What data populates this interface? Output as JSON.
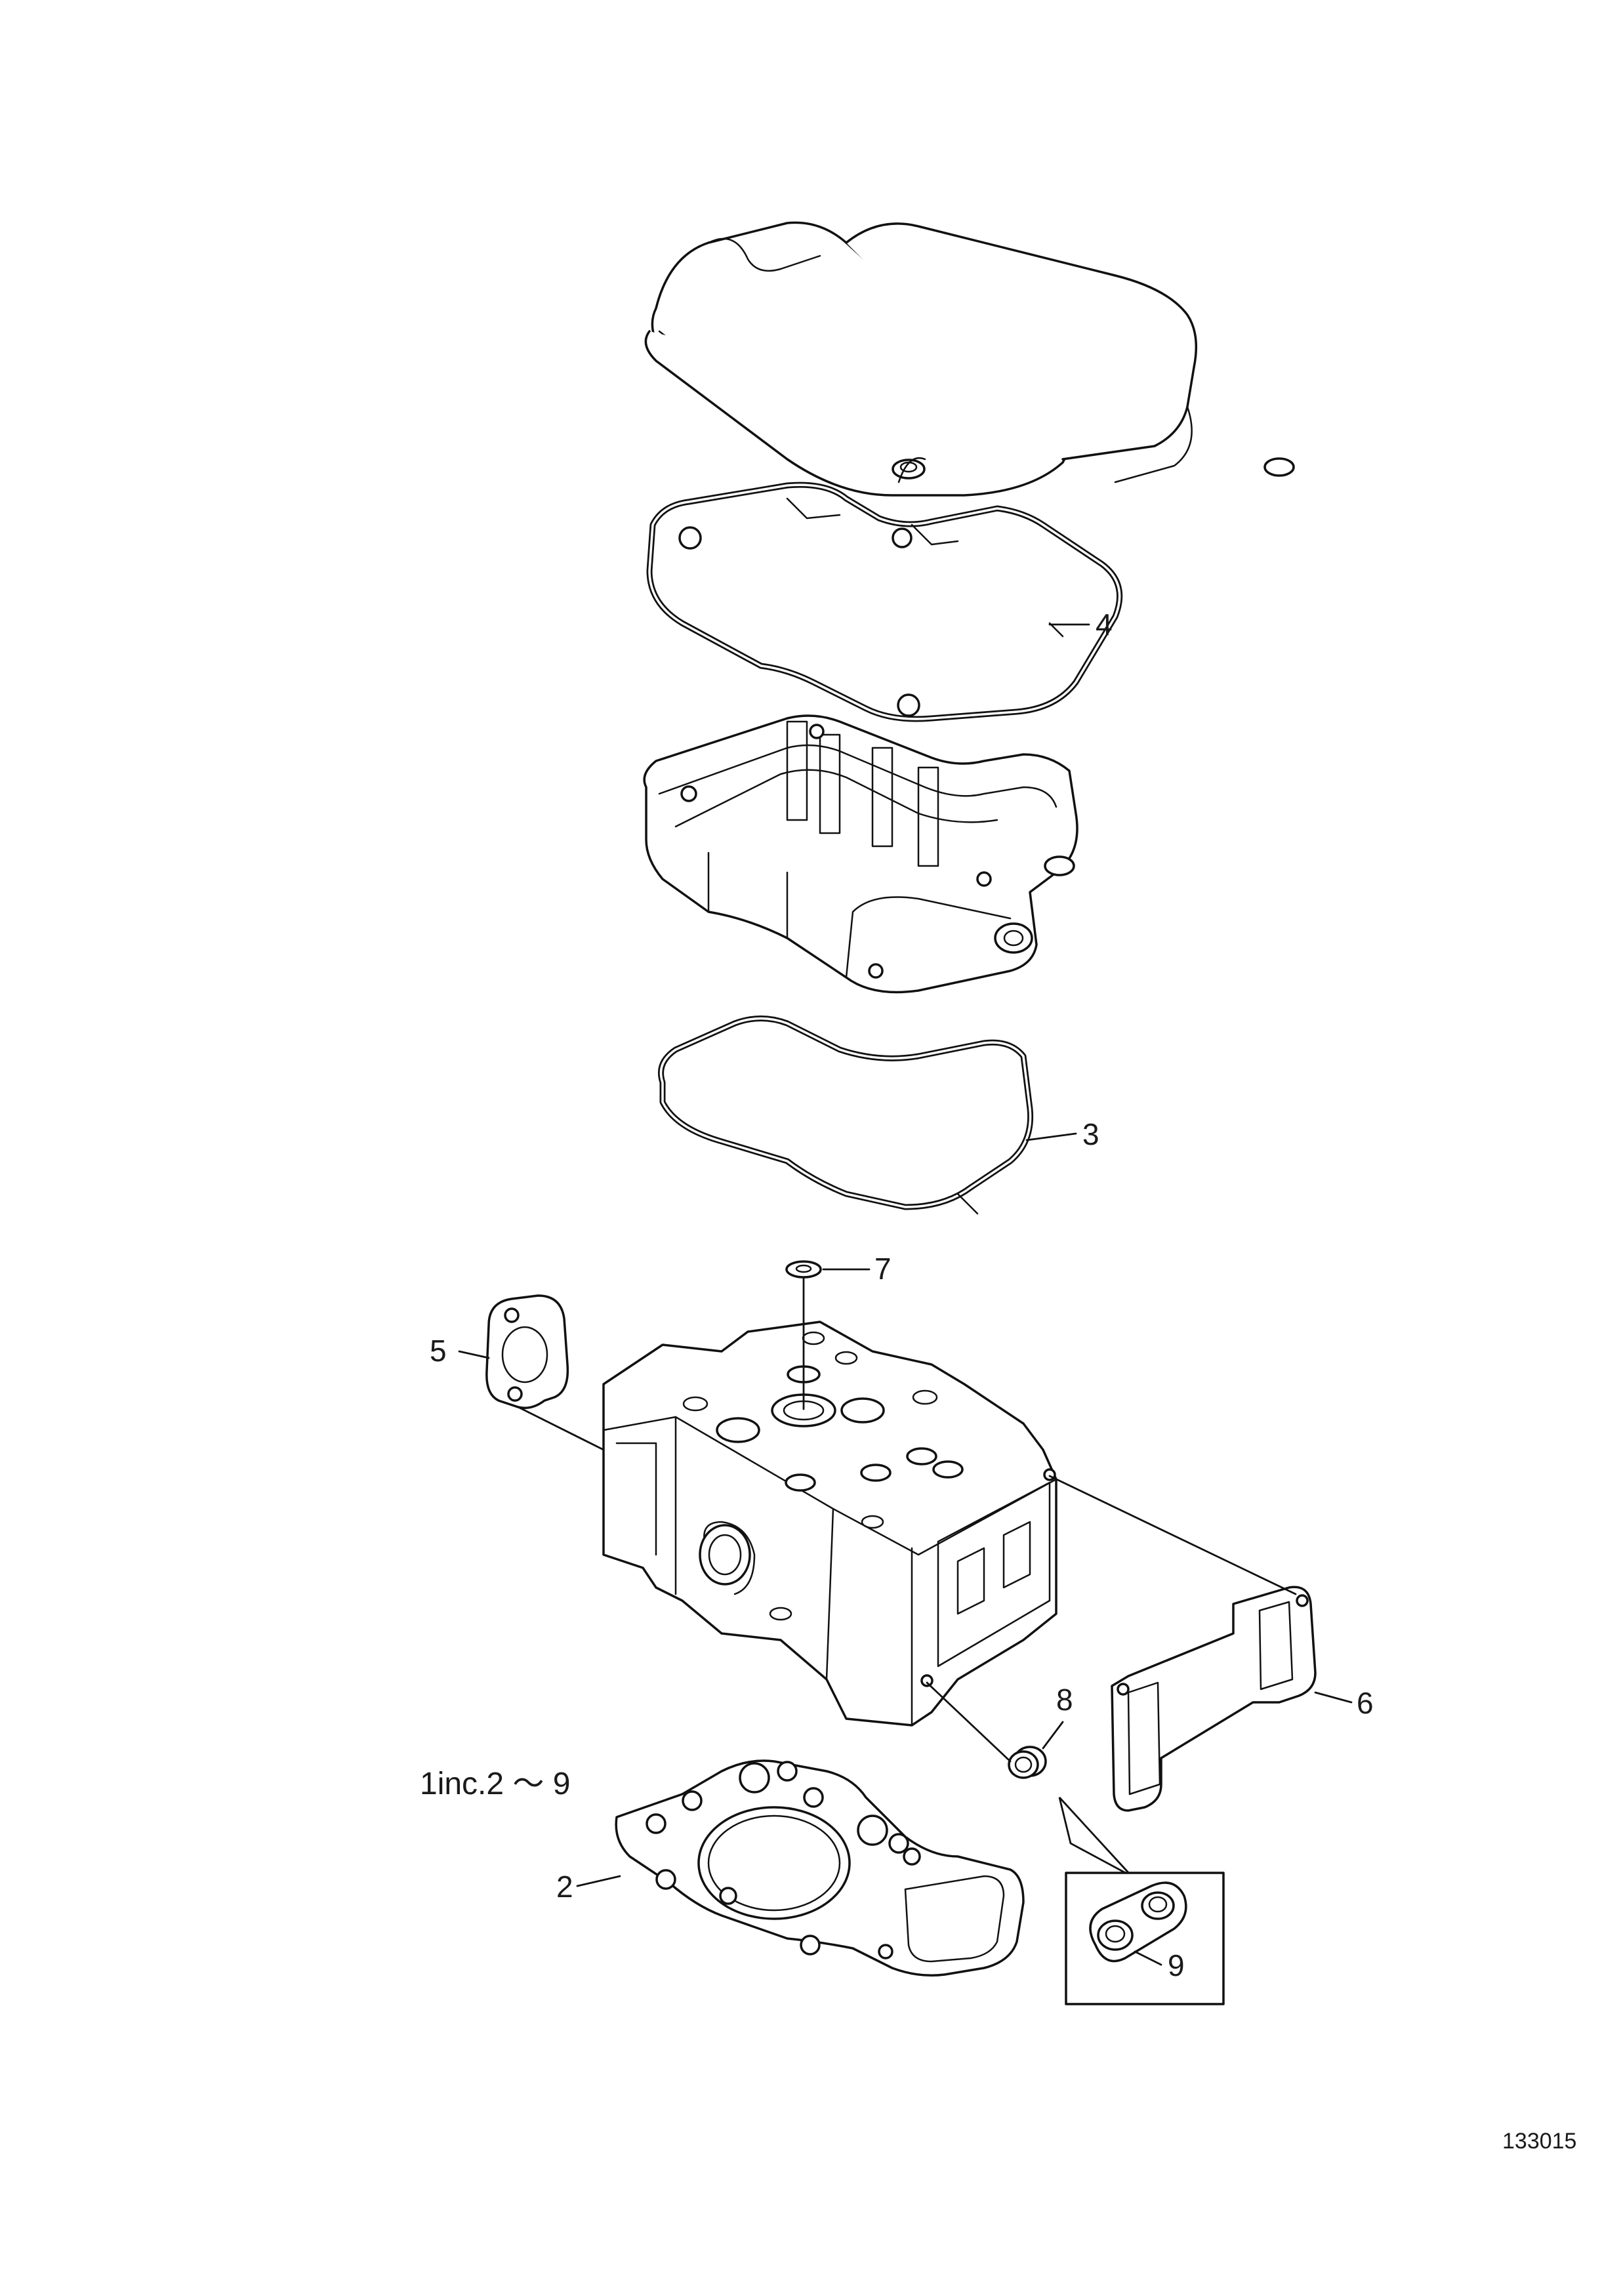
{
  "callouts": {
    "c4": "4",
    "c3": "3",
    "c7": "7",
    "c5": "5",
    "c6": "6",
    "c8": "8",
    "c2": "2",
    "c9": "9",
    "assembly": "1inc.2 ～ 9"
  },
  "figure_number": "133015"
}
